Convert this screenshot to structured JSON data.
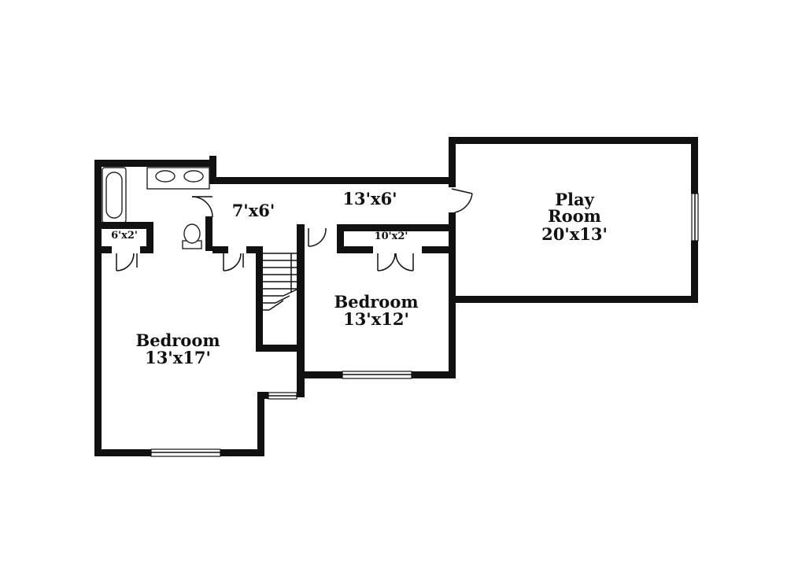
{
  "rooms": {
    "play_room": {
      "name_line1": "Play",
      "name_line2": "Room",
      "dims": "20'x13'"
    },
    "bedroom_large": {
      "name": "Bedroom",
      "dims": "13'x17'"
    },
    "bedroom_middle": {
      "name": "Bedroom",
      "dims": "13'x12'"
    },
    "hall_left": {
      "dims": "7'x6'"
    },
    "hall_right": {
      "dims": "13'x6'"
    },
    "closet_small": {
      "dims": "6'x2'"
    },
    "closet_middle": {
      "dims": "10'x2'"
    }
  },
  "colors": {
    "walls": "#111111",
    "background": "#ffffff"
  }
}
